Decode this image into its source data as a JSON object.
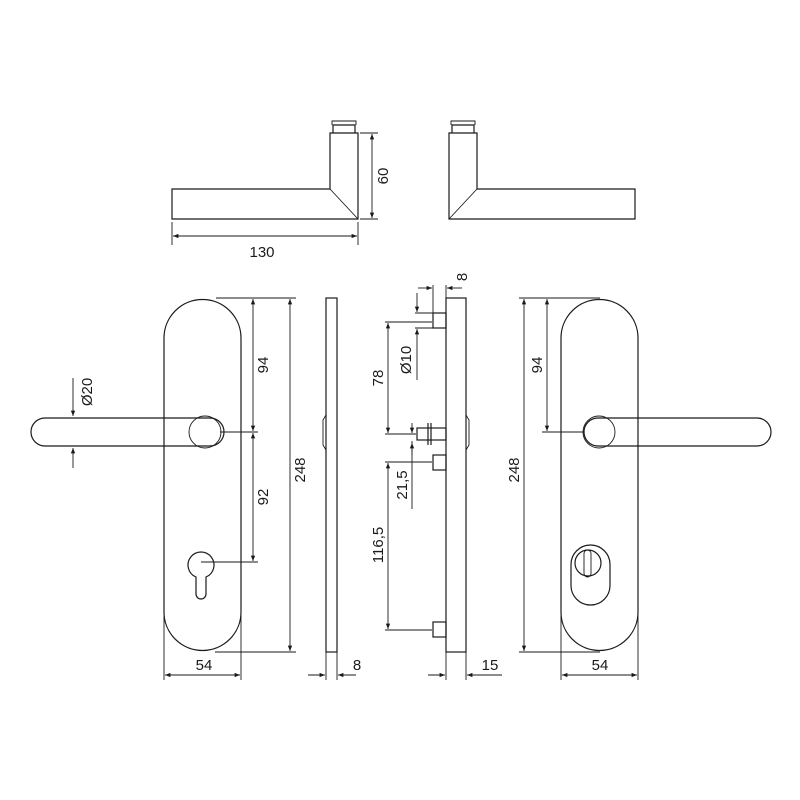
{
  "drawing": {
    "subject": "Door handle set on long escutcheon plates — technical dimension drawing",
    "line_color": "#1a1a1a",
    "background": "#ffffff"
  },
  "top_views": {
    "lever_length": "130",
    "lever_height": "60"
  },
  "front_left": {
    "handle_diameter": "Ø20",
    "handle_to_top": "94",
    "handle_to_keyhole": "92",
    "plate_height": "248",
    "plate_width": "54",
    "plate_thickness": "8"
  },
  "section": {
    "outer_thickness": "8",
    "spindle_diameter": "Ø10",
    "top_fixing_to_spindle": "78",
    "spindle_to_fixing": "21,5",
    "fixing_spacing": "116,5",
    "plate_thickness": "15"
  },
  "front_right": {
    "plate_height": "248",
    "handle_to_top": "94",
    "plate_width": "54"
  }
}
